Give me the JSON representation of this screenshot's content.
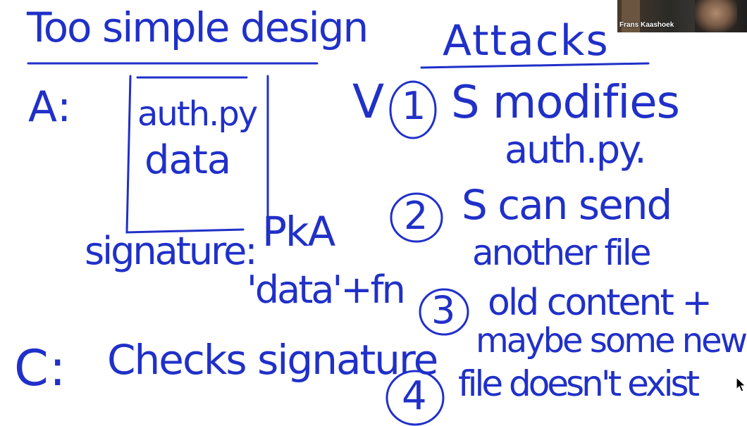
{
  "video_tile": {
    "participant_name": "Frans Kaashoek"
  },
  "whiteboard": {
    "ink_color": "#2030c8",
    "title": "Too simple design",
    "attacks_heading": "Attacks",
    "checkmark": "V",
    "server_label": "A:",
    "box_line1": "auth.py",
    "box_line2": "data",
    "signature_label": "signature:",
    "signature_formula_line1": "PkA",
    "signature_formula_line2": "'data'+fn",
    "client_label": "C:",
    "client_action": "Checks signature",
    "attacks": [
      {
        "number": "1",
        "line1": "S modifies",
        "line2": "auth.py."
      },
      {
        "number": "2",
        "line1": "S can send",
        "line2": "another file"
      },
      {
        "number": "3",
        "line1": "old content +",
        "line2": "maybe some new"
      },
      {
        "number": "4",
        "line1": "file doesn't exist",
        "line2": ""
      }
    ]
  }
}
